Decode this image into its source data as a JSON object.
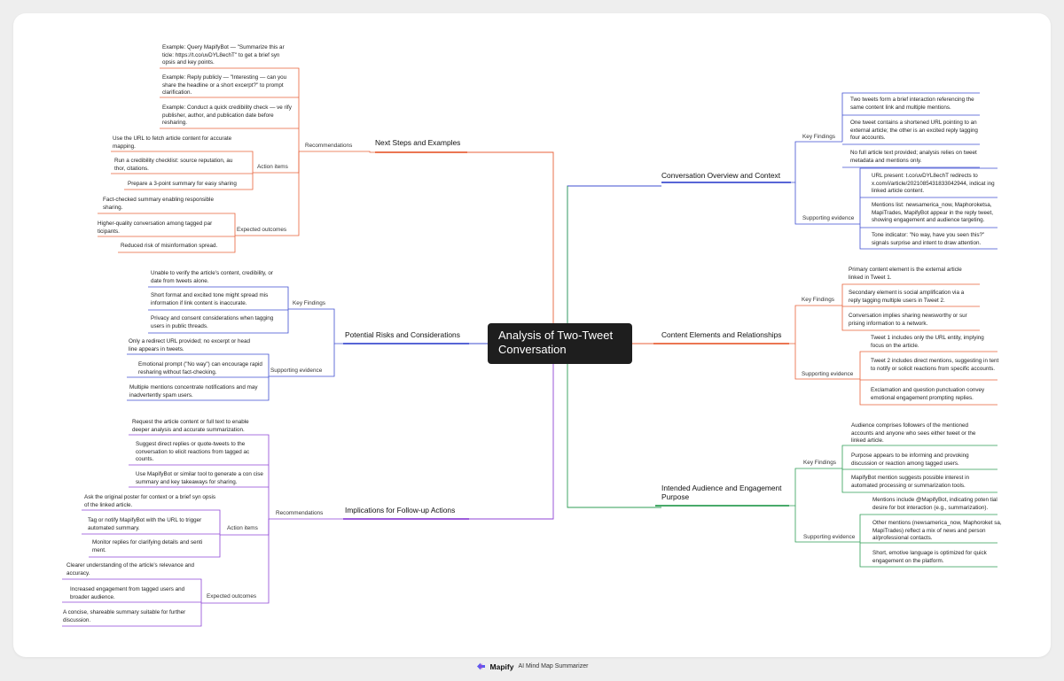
{
  "title": "Analysis of Two-Tweet Conversation",
  "footer": {
    "brand": "Mapify",
    "tagline": "AI Mind Map Summarizer",
    "logo_icon": "mapify-logo-icon"
  },
  "colors": {
    "orange": "#e8623a",
    "blue": "#3f4fd1",
    "green": "#2f9e55",
    "purple": "#8f45d6"
  },
  "branches": {
    "next_steps": {
      "label": "Next Steps and Examples",
      "recommendations": {
        "label": "Recommendations",
        "items": [
          "Example: Query MapifyBot — \"Summarize this ar ticle: https://t.co/uvDYL8echT\" to get a brief syn opsis and key points.",
          "Example: Reply publicly — \"Interesting — can you share the headline or a short excerpt?\" to prompt clarification.",
          "Example: Conduct a quick credibility check — ve rify publisher, author, and publication date before resharing."
        ]
      },
      "action_items": {
        "label": "Action items",
        "items": [
          "Use the URL to fetch article content for accurate mapping.",
          "Run a credibility checklist: source reputation, au thor, citations.",
          "Prepare a 3-point summary for easy sharing"
        ]
      },
      "expected_outcomes": {
        "label": "Expected outcomes",
        "items": [
          "Fact-checked summary enabling responsible sharing.",
          "Higher-quality conversation among tagged par ticipants.",
          "Reduced risk of misinformation spread."
        ]
      }
    },
    "risks": {
      "label": "Potential Risks and Considerations",
      "key_findings": {
        "label": "Key Findings",
        "items": [
          "Unable to verify the article's content, credibility, or date from tweets alone.",
          "Short format and excited tone might spread mis information if link content is inaccurate.",
          "Privacy and consent considerations when tagging users in public threads."
        ]
      },
      "supporting_evidence": {
        "label": "Supporting evidence",
        "items": [
          "Only a redirect URL provided; no excerpt or head line appears in tweets.",
          "Emotional prompt (\"No way\") can encourage rapid resharing without fact-checking.",
          "Multiple mentions concentrate notifications and may inadvertently spam users."
        ]
      }
    },
    "implications": {
      "label": "Implications for Follow-up Actions",
      "recommendations": {
        "label": "Recommendations",
        "items": [
          "Request the article content or full text to enable deeper analysis and accurate summarization.",
          "Suggest direct replies or quote-tweets to the conversation to elicit reactions from tagged ac counts.",
          "Use MapifyBot or similar tool to generate a con cise summary and key takeaways for sharing."
        ]
      },
      "action_items": {
        "label": "Action items",
        "items": [
          "Ask the original poster for context or a brief syn opsis of the linked article.",
          "Tag or notify MapifyBot with the URL to trigger automated summary.",
          "Monitor replies for clarifying details and senti ment."
        ]
      },
      "expected_outcomes": {
        "label": "Expected outcomes",
        "items": [
          "Clearer understanding of the article's relevance and accuracy.",
          "Increased engagement from tagged users and broader audience.",
          "A concise, shareable summary suitable for further discussion."
        ]
      }
    },
    "overview": {
      "label": "Conversation Overview and Context",
      "key_findings": {
        "label": "Key Findings",
        "items": [
          "Two tweets form a brief interaction referencing the same content link and multiple mentions.",
          "One tweet contains a shortened URL pointing to an external article; the other is an excited reply tagging four accounts.",
          "No full article text provided; analysis relies on tweet metadata and mentions only."
        ]
      },
      "supporting_evidence": {
        "label": "Supporting evidence",
        "items": [
          "URL present: t.co/uvDYL8echT redirects to x.com/i/article/2021085431833042944, indicat ing linked article content.",
          "Mentions list: newsamerica_now, Maphoroketsa, MapiTrades, MapifyBot appear in the reply tweet, showing engagement and audience targeting.",
          "Tone indicator: \"No way, have you seen this?\" signals surprise and intent to draw attention."
        ]
      }
    },
    "content": {
      "label": "Content Elements and Relationships",
      "key_findings": {
        "label": "Key Findings",
        "items": [
          "Primary content element is the external article linked in Tweet 1.",
          "Secondary element is social amplification via a reply tagging multiple users in Tweet 2.",
          "Conversation implies sharing newsworthy or sur prising information to a network."
        ]
      },
      "supporting_evidence": {
        "label": "Supporting evidence",
        "items": [
          "Tweet 1 includes only the URL entity, implying focus on the article.",
          "Tweet 2 includes direct mentions, suggesting in tent to notify or solicit reactions from specific accounts.",
          "Exclamation and question punctuation convey emotional engagement prompting replies."
        ]
      }
    },
    "audience": {
      "label": "Intended Audience and Engagement Purpose",
      "key_findings": {
        "label": "Key Findings",
        "items": [
          "Audience comprises followers of the mentioned accounts and anyone who sees either tweet or the linked article.",
          "Purpose appears to be informing and provoking discussion or reaction among tagged users.",
          "MapifyBot mention suggests possible interest in automated processing or summarization tools."
        ]
      },
      "supporting_evidence": {
        "label": "Supporting evidence",
        "items": [
          "Mentions include @MapifyBot, indicating poten tial desire for bot interaction (e.g., summarization).",
          "Other mentions (newsamerica_now, Maphoroket sa, MapiTrades) reflect a mix of news and person al/professional contacts.",
          "Short, emotive language is optimized for quick engagement on the platform."
        ]
      }
    }
  }
}
